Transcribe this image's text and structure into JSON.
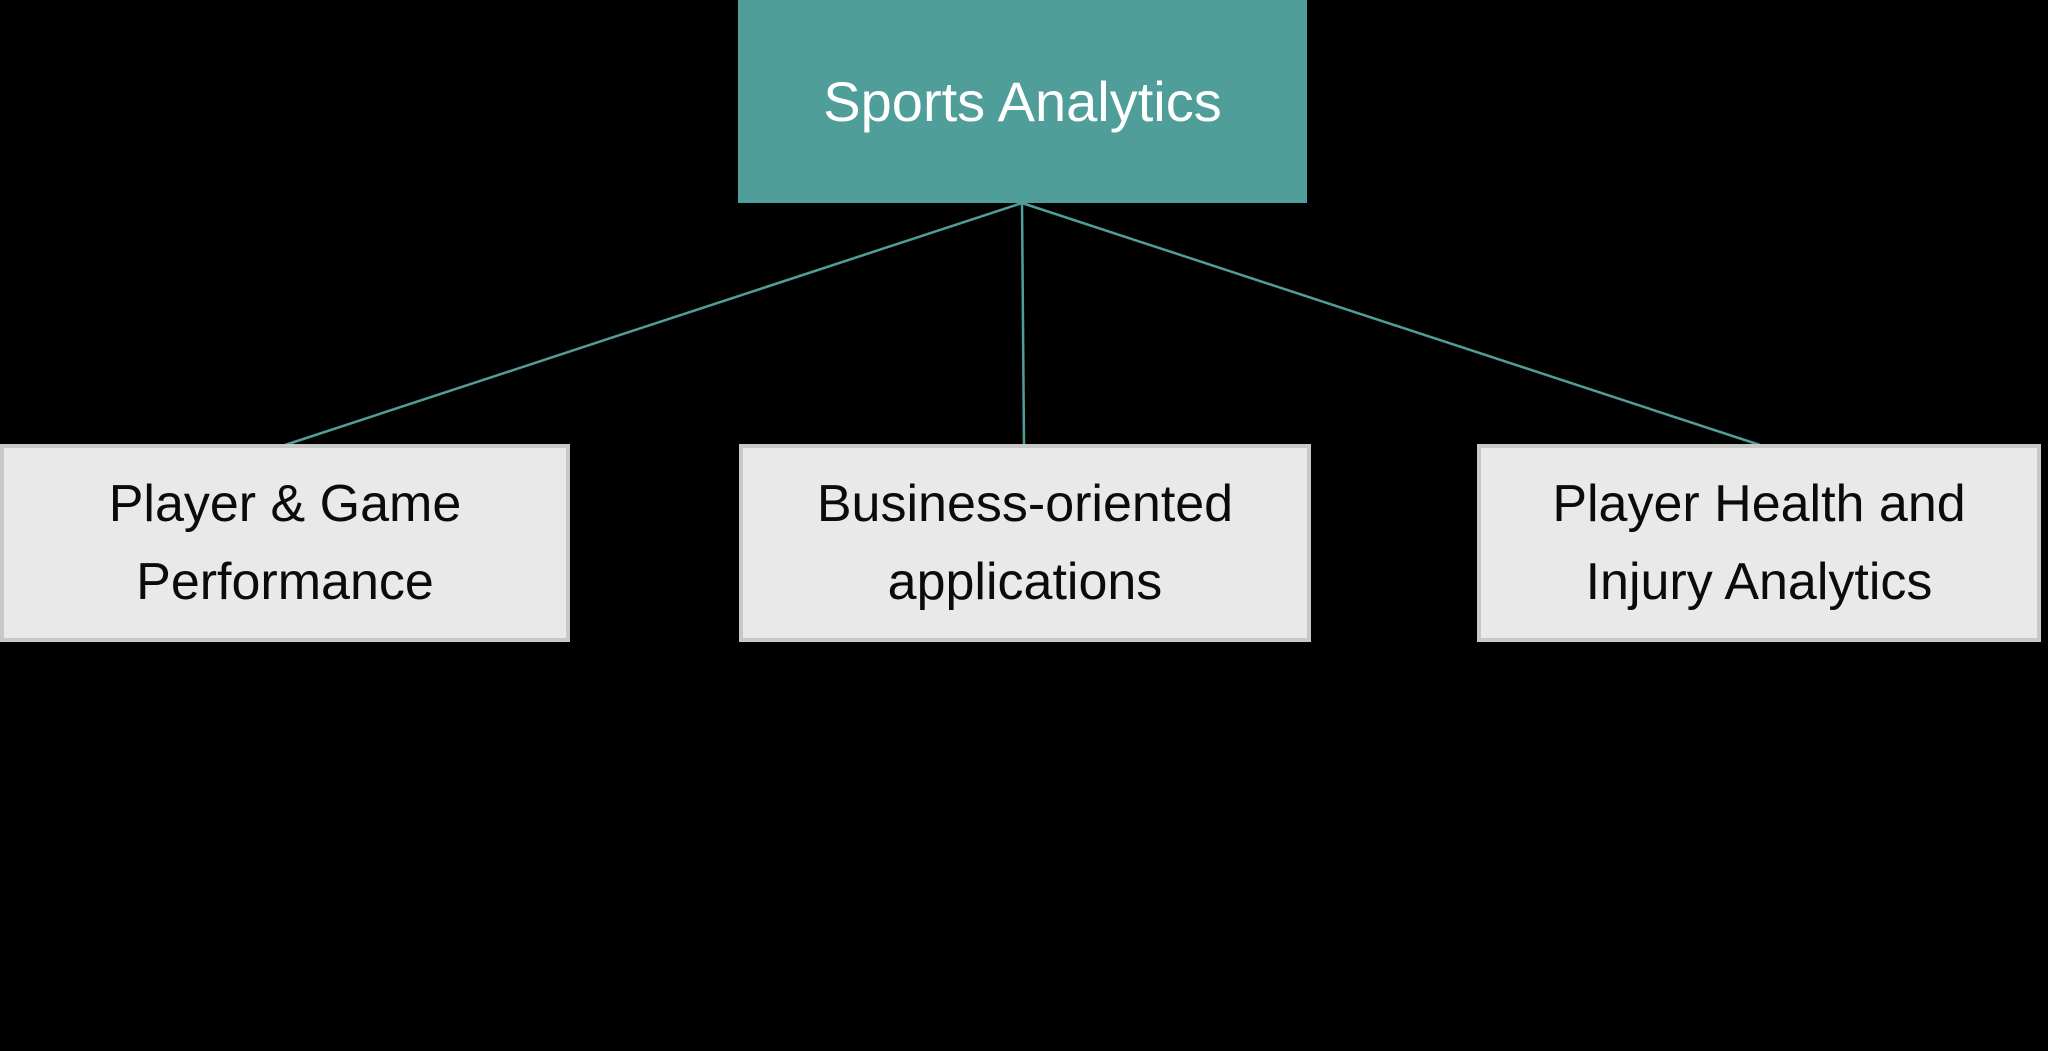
{
  "diagram": {
    "type": "hierarchy",
    "root": {
      "label": "Sports Analytics"
    },
    "children": [
      {
        "label": "Player & Game\nPerformance"
      },
      {
        "label": "Business-oriented\napplications"
      },
      {
        "label": "Player Health and\nInjury Analytics"
      }
    ]
  },
  "colors": {
    "accent_teal": "#4F9E99",
    "connector": "#4F9E99",
    "root_text": "#FFFFFF",
    "child_fill": "#E9E9E9",
    "child_border": "#C8C8C8",
    "child_text": "#0B0B0B",
    "background": "#000000"
  }
}
